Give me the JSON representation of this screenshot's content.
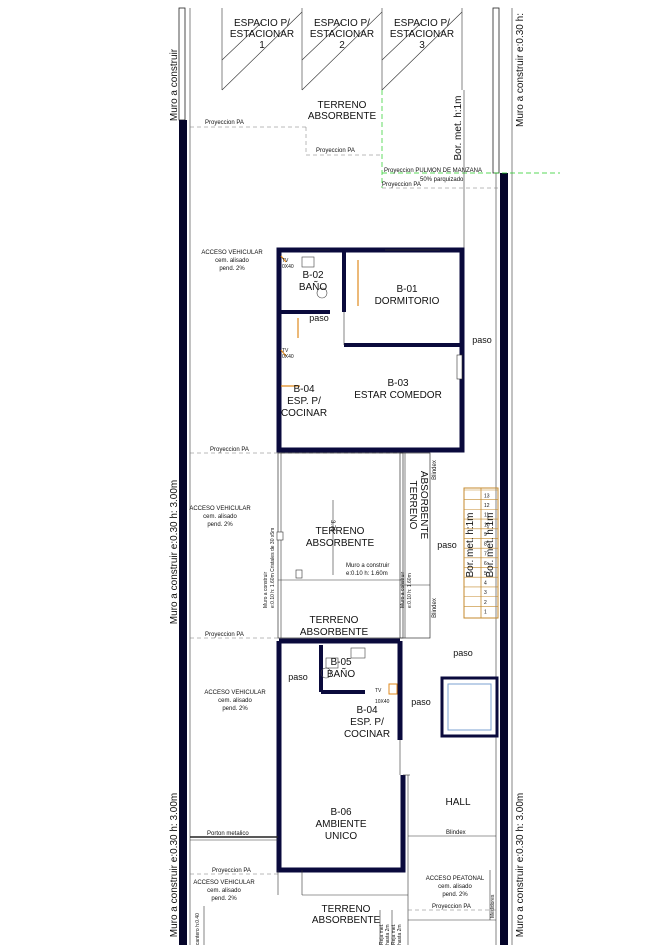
{
  "parking": {
    "space1": [
      "ESPACIO P/",
      "ESTACIONAR",
      "1"
    ],
    "space2": [
      "ESPACIO P/",
      "ESTACIONAR",
      "2"
    ],
    "space3": [
      "ESPACIO P/",
      "ESTACIONAR",
      "3"
    ]
  },
  "side_walls": {
    "left_top": "Muro a construir",
    "right_top": "Muro a construir e:0.30 h:",
    "left_mid": "Muro a construir e:0.30 h: 3.00m",
    "left_bottom": "Muro a construir e:0.30 h: 3.00m",
    "right_bottom": "Muro a construir e:0.30 h: 3.00m"
  },
  "top_zone": {
    "terreno": [
      "TERRENO",
      "ABSORBENTE"
    ],
    "proyeccion_pa_1": "Proyeccion PA",
    "proyeccion_pa_2": "Proyeccion PA",
    "proyeccion_pa_3": "Proyeccion PA",
    "pulmon": "Proyeccion PULMON DE MANZANA",
    "parquizado": "50% parquizado",
    "border": "Bor. met. h:1m"
  },
  "unit_a": {
    "acceso": [
      "ACCESO VEHICULAR",
      "cem. alisado",
      "pend. 2%"
    ],
    "b02": [
      "B-02",
      "BAÑO"
    ],
    "b01": [
      "B-01",
      "DORMITORIO"
    ],
    "b03": [
      "B-03",
      "ESTAR COMEDOR"
    ],
    "b04": [
      "B-04",
      "ESP. P/",
      "COCINAR"
    ],
    "paso_inner": "paso",
    "paso_outer": "paso",
    "tv_1": [
      "TV",
      "0X40"
    ],
    "tv_2": [
      "TV",
      "0X40"
    ]
  },
  "middle": {
    "proyeccion_pa": "Proyeccion PA",
    "acceso": [
      "ACCESO VEHICULAR",
      "cem. alisado",
      "pend. 2%"
    ],
    "terreno_1": [
      "TERRENO",
      "ABSORBENTE"
    ],
    "terreno_v": [
      "TERRENO",
      "ABSORBENTE"
    ],
    "terreno_2": [
      "TERRENO",
      "ABSORBENTE"
    ],
    "dim": "3.76",
    "muro_v_1": "Muro a construir",
    "muro_v_2": "e:0.10 h: 1.60m Cristales de 30 x5m",
    "muro_h": [
      "Muro a construir",
      "e:0.10 h: 1.60m"
    ],
    "muro_v_3": [
      "Muro a construir",
      "e:0.10 h: 1.60m"
    ],
    "blindex_1": "Blindex",
    "blindex_2": "Blindex",
    "paso": "paso",
    "border_1": "Bor. met. h:1m",
    "border_2": "Bor. met. h:1m",
    "stair_numbers": [
      "13",
      "12",
      "11",
      "10",
      "9",
      "8",
      "7",
      "6",
      "5",
      "4",
      "3",
      "2",
      "1"
    ]
  },
  "unit_b": {
    "proyeccion_pa": "Proyeccion PA",
    "acceso": [
      "ACCESO VEHICULAR",
      "cem. alisado",
      "pend. 2%"
    ],
    "paso_1": "paso",
    "paso_2": "paso",
    "paso_3": "paso",
    "b05": [
      "B-05",
      "BAÑO"
    ],
    "b04": [
      "B-04",
      "ESP. P/",
      "COCINAR"
    ],
    "b06": [
      "B-06",
      "AMBIENTE",
      "UNICO"
    ],
    "tv": [
      "TV",
      "10X40"
    ],
    "hall": "HALL",
    "blindex": "Blindex",
    "porton": "Porton metalico"
  },
  "bottom": {
    "proyeccion_pa_1": "Proyeccion PA",
    "proyeccion_pa_2": "Proyeccion PA",
    "acceso_v": [
      "ACCESO VEHICULAR",
      "cem. alisado",
      "pend. 2%"
    ],
    "acceso_p": [
      "ACCESO PEATONAL",
      "cem. alisado",
      "pend. 2%"
    ],
    "terreno": [
      "TERRENO",
      "ABSORBENTE"
    ],
    "reja_1": [
      "Reja met.",
      "hasta 2m"
    ],
    "reja_2": [
      "Reja met.",
      "hasta 2m"
    ],
    "cantero": "cantero h:0.40",
    "medidores": "Medidores"
  }
}
